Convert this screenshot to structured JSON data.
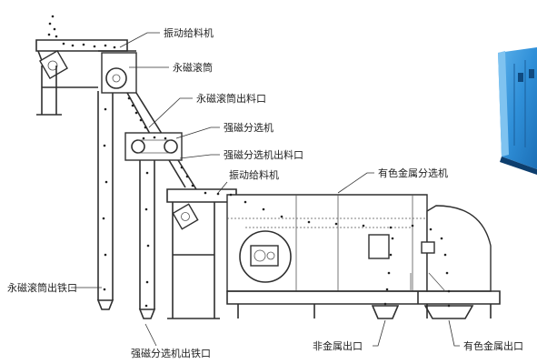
{
  "labels": {
    "vibrating_feeder_top": "振动给料机",
    "permanent_magnet_drum": "永磁滚筒",
    "permanent_magnet_drum_outlet": "永磁滚筒出料口",
    "strong_magnetic_separator": "强磁分选机",
    "strong_magnetic_separator_outlet": "强磁分选机出料口",
    "vibrating_feeder_mid": "振动给料机",
    "nonferrous_metal_separator": "有色金属分选机",
    "drum_iron_outlet": "永磁滚筒出铁口",
    "separator_iron_outlet": "强磁分选机出铁口",
    "nonmetal_outlet": "非金属出口",
    "nonferrous_metal_outlet": "有色金属出口"
  },
  "colors": {
    "line": "#333333",
    "background": "#ffffff",
    "photo_blue": "#2f8fd8"
  },
  "photo": {
    "icon": "equipment-photo-thumbnail"
  }
}
